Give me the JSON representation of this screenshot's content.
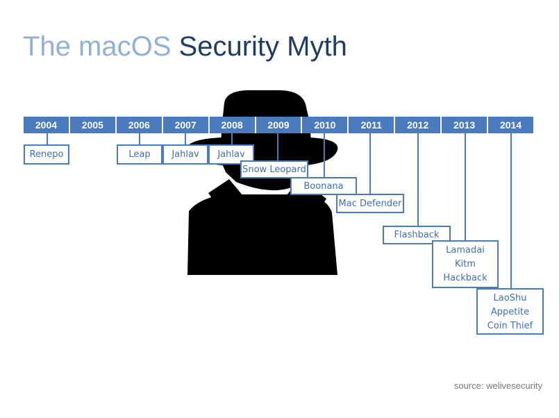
{
  "title": {
    "part1": "The macOS",
    "part2": "Security Myth"
  },
  "timeline": {
    "years": [
      "2004",
      "2005",
      "2006",
      "2007",
      "2008",
      "2009",
      "2010",
      "2011",
      "2012",
      "2013",
      "2014"
    ]
  },
  "events": [
    {
      "year": "2004",
      "lines": [
        "Renepo"
      ]
    },
    {
      "year": "2006",
      "lines": [
        "Leap"
      ]
    },
    {
      "year": "2007",
      "lines": [
        "Jahlav"
      ]
    },
    {
      "year": "2008",
      "lines": [
        "Jahlav"
      ]
    },
    {
      "year": "2009",
      "lines": [
        "Snow Leopard"
      ]
    },
    {
      "year": "2010",
      "lines": [
        "Boonana"
      ]
    },
    {
      "year": "2011",
      "lines": [
        "Mac Defender"
      ]
    },
    {
      "year": "2012",
      "lines": [
        "Flashback"
      ]
    },
    {
      "year": "2013",
      "lines": [
        "Lamadai",
        "Kitm",
        "Hackback"
      ]
    },
    {
      "year": "2014",
      "lines": [
        "LaoShu",
        "Appetite",
        "Coin Thief"
      ]
    }
  ],
  "source": "source: welivesecurity",
  "colors": {
    "bar": "#4a7bbf",
    "title_light": "#8fb0d8",
    "title_dark": "#1f3d64",
    "silhouette": "#000000"
  }
}
